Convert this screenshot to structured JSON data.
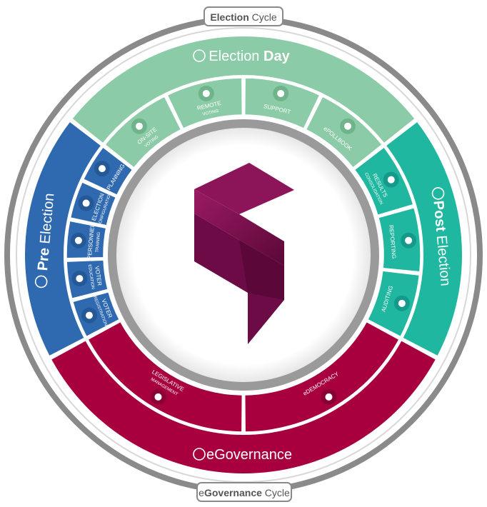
{
  "cycles": {
    "top": {
      "bold": "Election",
      "rest": " Cycle"
    },
    "bottom": {
      "prefix": "e",
      "bold": "Governance",
      "rest": " Cycle"
    }
  },
  "phases": {
    "election_day": {
      "title_light": "Election ",
      "title_bold": "Day",
      "icon": "chevron-down-icon"
    },
    "pre_election": {
      "title_bold": "Pre",
      "title_light": " Election",
      "icon": "chevron-left-icon"
    },
    "post_election": {
      "title_bold": "Post",
      "title_light": " Election",
      "icon": "chevron-right-icon"
    },
    "egovernance": {
      "title": "eGovernance",
      "icon": "collapse-arrows-icon"
    }
  },
  "segments": {
    "election_day": [
      {
        "line1": "ON-SITE",
        "line2": "VOTING",
        "icon": "ballot-box-icon"
      },
      {
        "line1": "REMOTE",
        "line2": "VOTING",
        "icon": "envelope-icon"
      },
      {
        "line1": "SUPPORT",
        "line2": "",
        "icon": "headset-icon"
      },
      {
        "line1": "ePOLLBOOK",
        "line2": "",
        "icon": "pollbook-icon"
      }
    ],
    "pre_election": [
      {
        "line1": "VOTER",
        "line2": "REGISTRATION",
        "icon": "id-card-icon"
      },
      {
        "line1": "VOTER",
        "line2": "EDUCATION",
        "icon": "monitor-icon"
      },
      {
        "line1": "PERSONNEL",
        "line2": "TRAINING",
        "icon": "graduation-cap-icon"
      },
      {
        "line1": "ELECTION",
        "line2": "CONFIGURATION",
        "icon": "gears-icon"
      },
      {
        "line1": "PLANNING",
        "line2": "",
        "icon": "calendar-icon"
      }
    ],
    "post_election": [
      {
        "line1": "RESULTS",
        "line2": "CONSOLIDATION",
        "icon": "pie-chart-icon"
      },
      {
        "line1": "REPORTING",
        "line2": "",
        "icon": "line-chart-icon"
      },
      {
        "line1": "AUDITING",
        "line2": "",
        "icon": "eye-icon"
      }
    ],
    "egovernance": [
      {
        "line1": "eDEMOCRACY",
        "line2": "",
        "icon": "globe-icon"
      },
      {
        "line1": "LEGISLATIVE",
        "line2": "MANAGEMENT",
        "icon": "government-building-icon"
      }
    ]
  },
  "colors": {
    "election_day": "#8ccba7",
    "election_day_dark": "#6fb48b",
    "pre_election": "#2f6ab1",
    "pre_election_dark": "#245897",
    "post_election": "#1fb7a0",
    "post_election_dark": "#14998a",
    "egovernance": "#a8003f",
    "egovernance_dark": "#8a0034",
    "ring": "#8a8a8a",
    "logo": "#7b1050"
  },
  "logo": {
    "name": "brand-s-logo"
  }
}
